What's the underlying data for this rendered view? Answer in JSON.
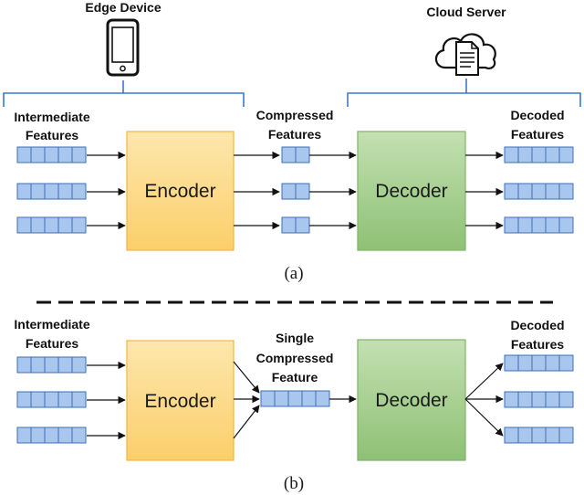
{
  "colors": {
    "feature_fill": "#a9c6ee",
    "feature_stroke": "#3e6db5",
    "encoder_fill": "#fbd77e",
    "encoder_stroke": "#f0b644",
    "decoder_fill": "#a6cf8e",
    "decoder_stroke": "#82b26a",
    "bracket": "#3d7bc4"
  },
  "top": {
    "edge_device_label": "Edge Device",
    "cloud_server_label": "Cloud Server",
    "input_label": [
      "Intermediate",
      "Features"
    ],
    "compressed_label": [
      "Compressed",
      "Features"
    ],
    "output_label": [
      "Decoded",
      "Features"
    ],
    "encoder_label": "Encoder",
    "decoder_label": "Decoder",
    "caption": "(a)"
  },
  "bottom": {
    "input_label": [
      "Intermediate",
      "Features"
    ],
    "compressed_label": [
      "Single",
      "Compressed",
      "Feature"
    ],
    "output_label": [
      "Decoded",
      "Features"
    ],
    "encoder_label": "Encoder",
    "decoder_label": "Decoder",
    "caption": "(b)"
  },
  "icons": {
    "edge": "smartphone-icon",
    "cloud": "cloud-document-icon"
  }
}
